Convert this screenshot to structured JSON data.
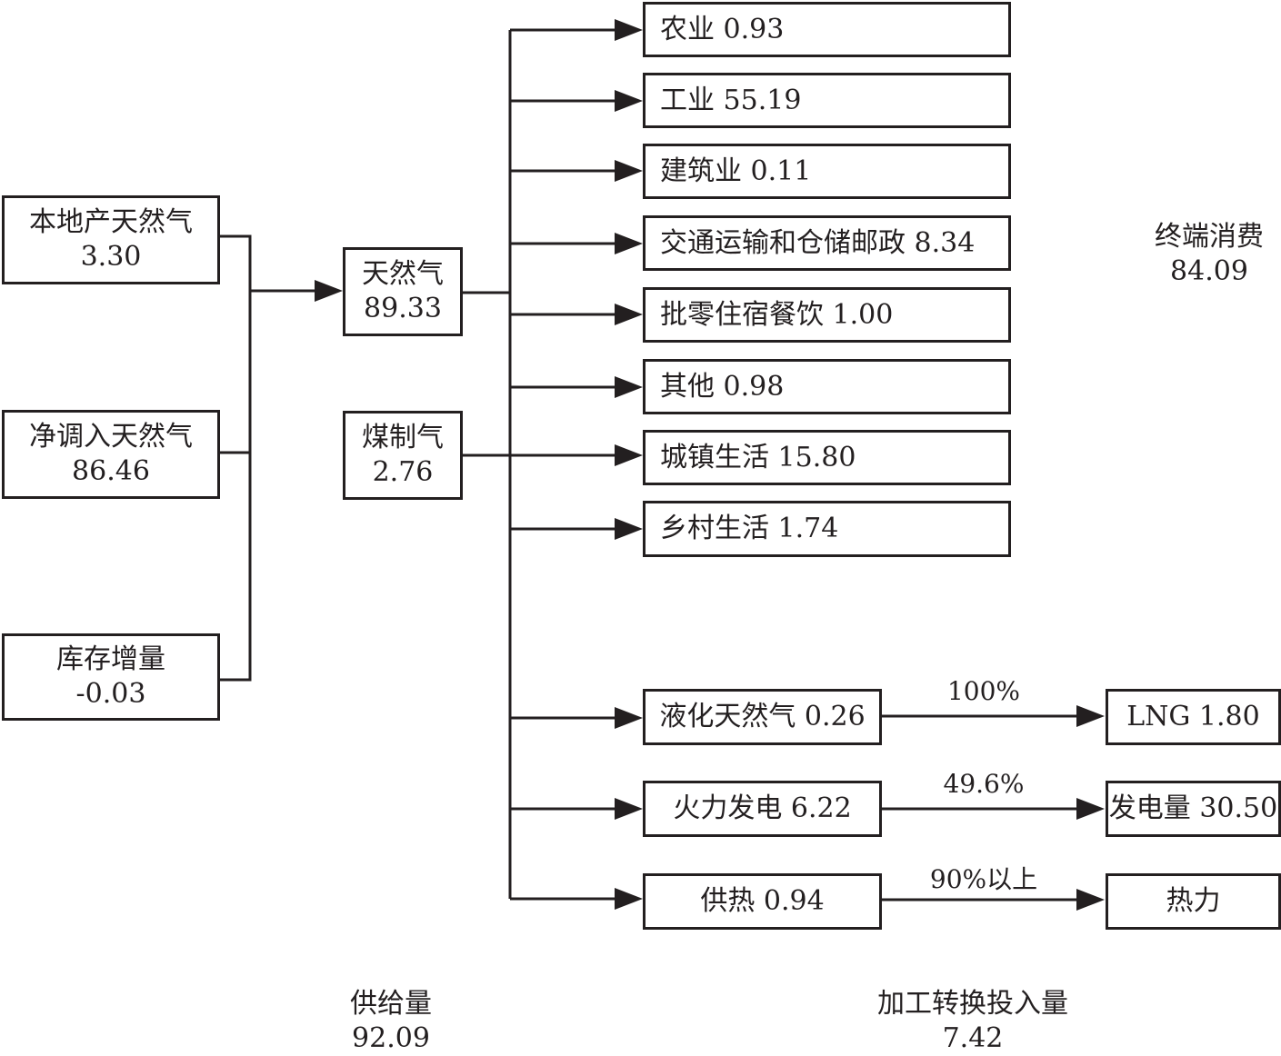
{
  "supply_sources": [
    {
      "label": "本地产天然气",
      "value": "3.30"
    },
    {
      "label": "净调入天然气",
      "value": "86.46"
    },
    {
      "label": "库存增量",
      "value": "-0.03"
    }
  ],
  "gas_types": [
    {
      "label": "天然气",
      "value": "89.33"
    },
    {
      "label": "煤制气",
      "value": "2.76"
    }
  ],
  "final_consumption": {
    "label": "终端消费",
    "value": "84.09",
    "sectors": [
      {
        "text": "农业 0.93"
      },
      {
        "text": "工业 55.19"
      },
      {
        "text": "建筑业 0.11"
      },
      {
        "text": "交通运输和仓储邮政 8.34"
      },
      {
        "text": "批零住宿餐饮 1.00"
      },
      {
        "text": "其他 0.98"
      },
      {
        "text": "城镇生活 15.80"
      },
      {
        "text": "乡村生活 1.74"
      }
    ]
  },
  "transformation": {
    "label": "加工转换投入量",
    "value": "7.42",
    "rows": [
      {
        "input": "液化天然气 0.26",
        "efficiency": "100%",
        "output": "LNG 1.80"
      },
      {
        "input": "火力发电 6.22",
        "efficiency": "49.6%",
        "output": "发电量 30.50"
      },
      {
        "input": "供热 0.94",
        "efficiency": "90%以上",
        "output": "热力"
      }
    ]
  },
  "supply_total": {
    "label": "供给量",
    "value": "92.09"
  }
}
